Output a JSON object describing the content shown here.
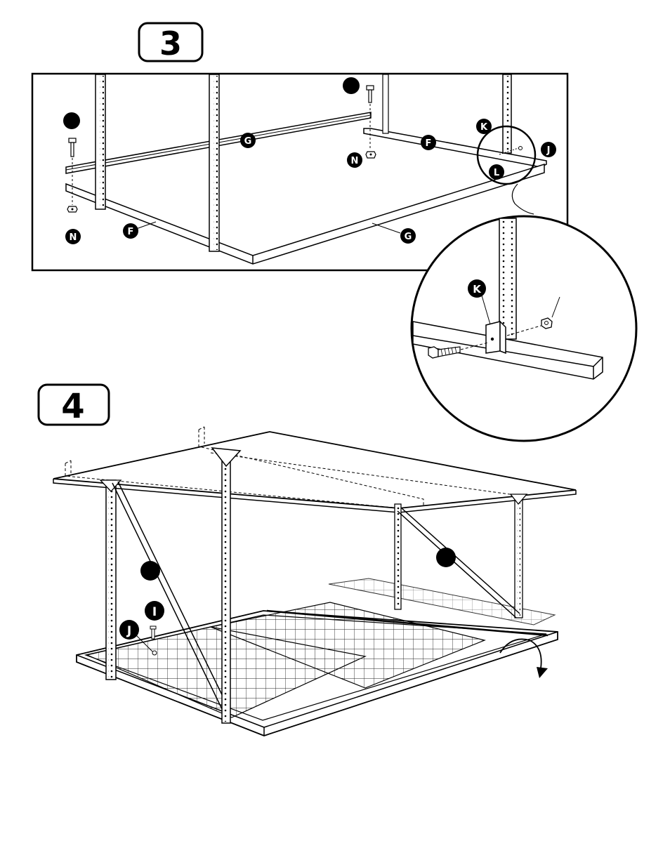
{
  "steps": [
    {
      "number": "3"
    },
    {
      "number": "4"
    }
  ],
  "step3": {
    "labels": {
      "n_left": "N",
      "f_front": "F",
      "g_rear": "G",
      "n_mid": "N",
      "f_rear": "F",
      "g_front": "G",
      "k_top": "K",
      "j_top": "J",
      "l_top": "L"
    },
    "unlabeled_bullets": 2
  },
  "detail": {
    "labels": {
      "k_detail": "K"
    }
  },
  "step4": {
    "labels": {
      "i_bolt": "I",
      "j_nut": "J"
    },
    "unlabeled_bullets": 2
  }
}
